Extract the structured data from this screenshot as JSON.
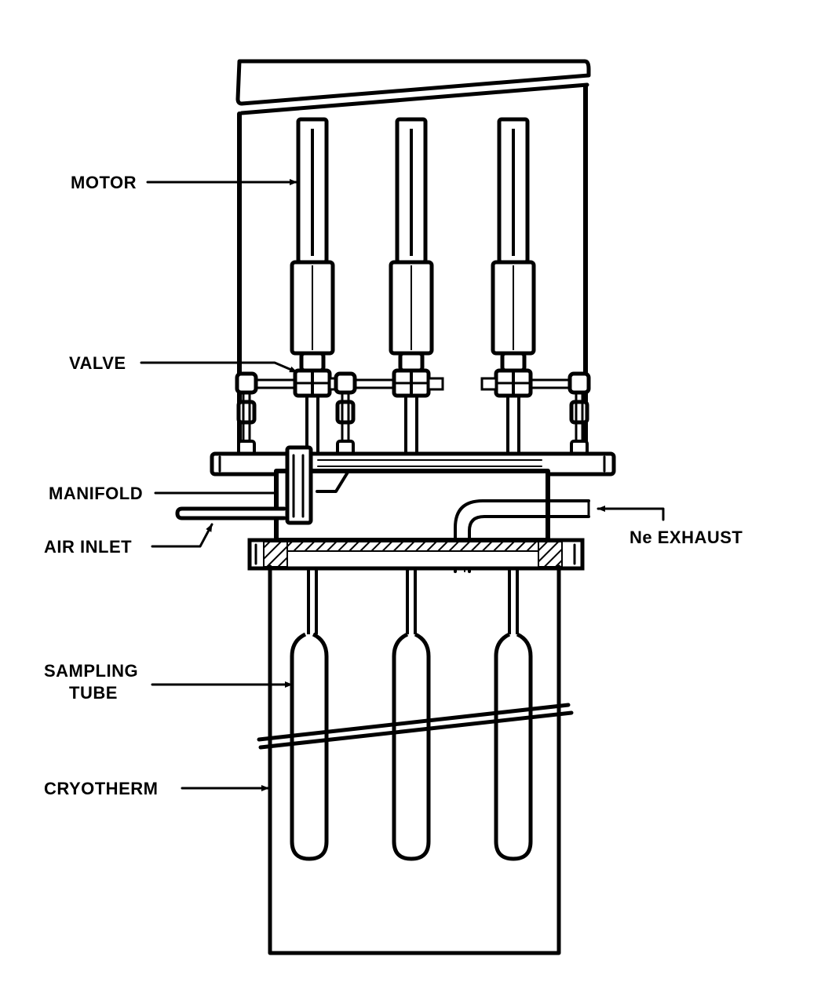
{
  "diagram": {
    "type": "apparatus schematic",
    "colors": {
      "ink": "#000000",
      "paper": "#ffffff"
    },
    "labels": {
      "motor": "MOTOR",
      "valve": "VALVE",
      "manifold": "MANIFOLD",
      "air_inlet": "AIR INLET",
      "ne_exhaust": "Ne EXHAUST",
      "sampling_tube_line1": "SAMPLING",
      "sampling_tube_line2": "TUBE",
      "cryotherm": "CRYOTHERM"
    },
    "assemblies": [
      {
        "name": "left",
        "components": [
          "motor",
          "valve",
          "shaft",
          "sampling tube"
        ]
      },
      {
        "name": "center",
        "components": [
          "motor",
          "valve",
          "shaft",
          "sampling tube"
        ]
      },
      {
        "name": "right",
        "components": [
          "motor",
          "valve",
          "shaft",
          "sampling tube"
        ]
      }
    ]
  }
}
